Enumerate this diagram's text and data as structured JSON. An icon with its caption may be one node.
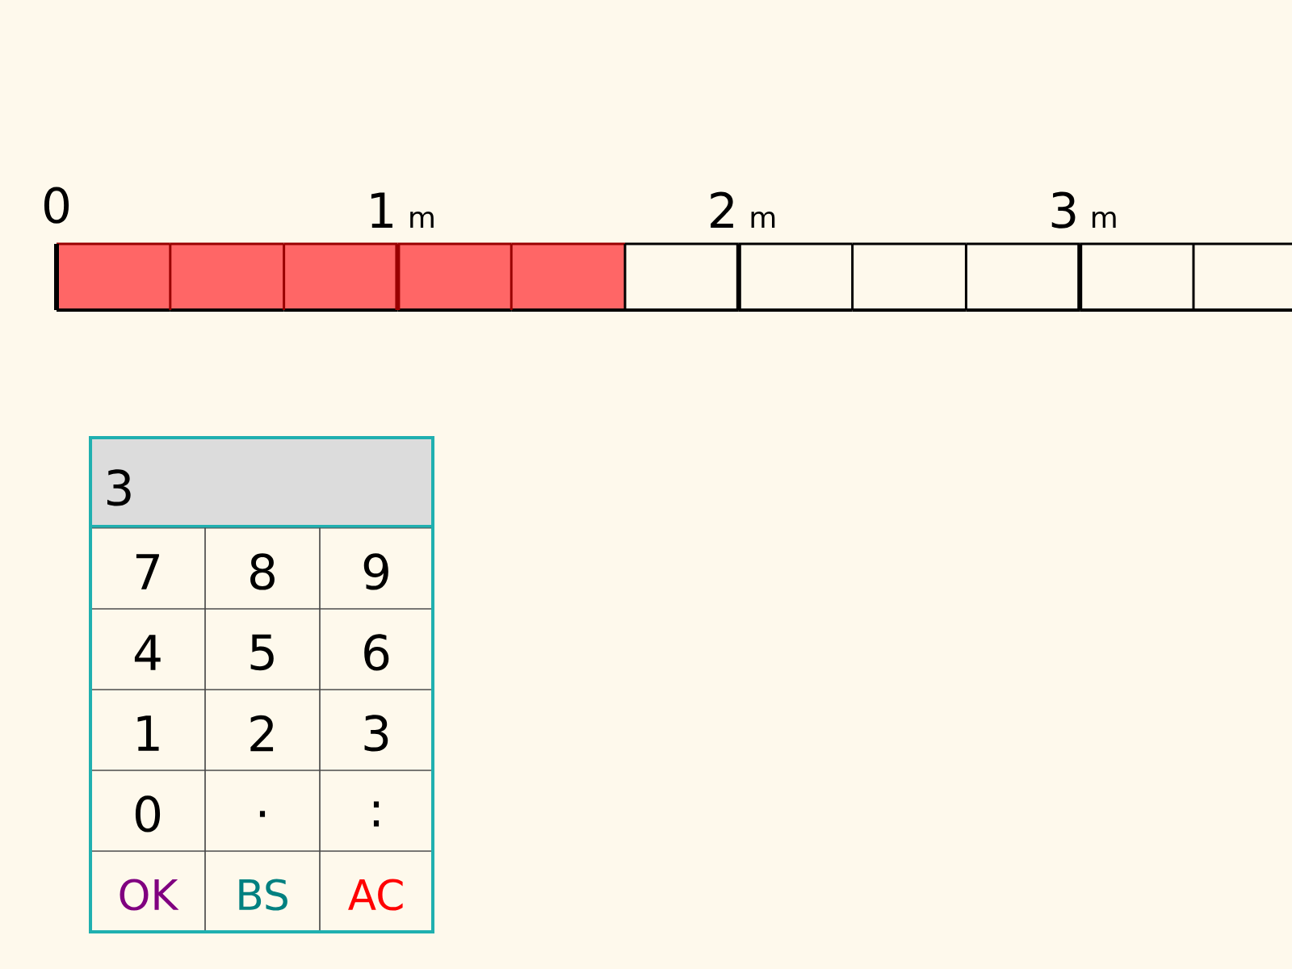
{
  "diagram": {
    "labels": [
      "0",
      "1",
      "m",
      "2",
      "m",
      "3",
      "m",
      "3",
      "7",
      "8",
      "9",
      "4",
      "5",
      "6",
      "1",
      "2",
      "3",
      "0",
      ".",
      ":",
      "OK",
      "BS",
      "AC"
    ]
  }
}
